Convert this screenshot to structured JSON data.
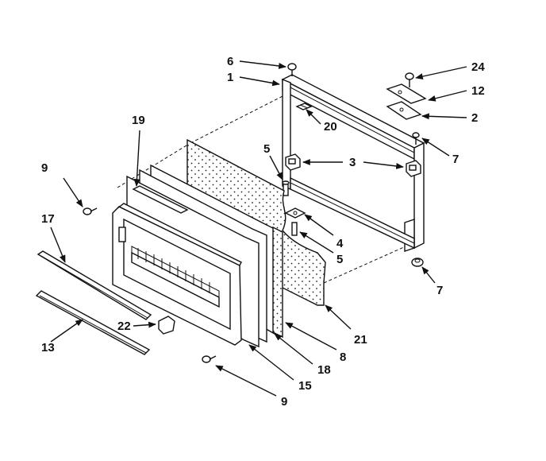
{
  "diagram": {
    "callouts": {
      "c1": "1",
      "c2": "2",
      "c3": "3",
      "c4": "4",
      "c5a": "5",
      "c5b": "5",
      "c6": "6",
      "c7a": "7",
      "c7b": "7",
      "c8": "8",
      "c9a": "9",
      "c9b": "9",
      "c12": "12",
      "c13": "13",
      "c15": "15",
      "c17": "17",
      "c18": "18",
      "c19": "19",
      "c20": "20",
      "c21": "21",
      "c22": "22",
      "c24": "24"
    }
  }
}
